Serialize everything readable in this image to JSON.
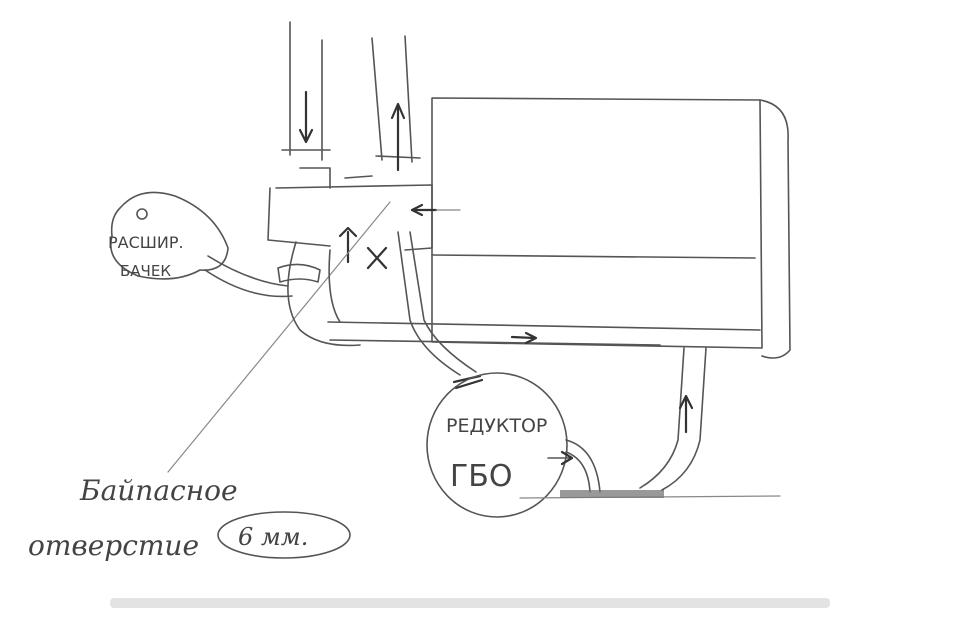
{
  "labels": {
    "expansion_tank_line1": "РАСШИР.",
    "expansion_tank_line2": "БАЧЕК",
    "reducer_line1": "РЕДУКТОР",
    "reducer_line2": "ГБО",
    "bypass_line1": "Байпасное",
    "bypass_line2": "отверстие",
    "bypass_size": "6 мм."
  },
  "colors": {
    "pencil": "#555555",
    "paper": "#ffffff"
  }
}
